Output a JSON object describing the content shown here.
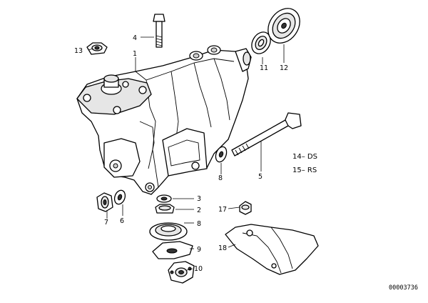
{
  "callouts": {
    "c1": "1",
    "c2": "2",
    "c3": "3",
    "c4": "4",
    "c5": "5",
    "c6": "6",
    "c7": "7",
    "c8": "8",
    "c9": "9",
    "c10": "10",
    "c11": "11",
    "c12": "12",
    "c13": "13",
    "c17": "17",
    "c18": "18",
    "c8b": "8"
  },
  "legend": {
    "line1": "14– DS",
    "line2": "15– RS"
  },
  "document_number": "00003736"
}
